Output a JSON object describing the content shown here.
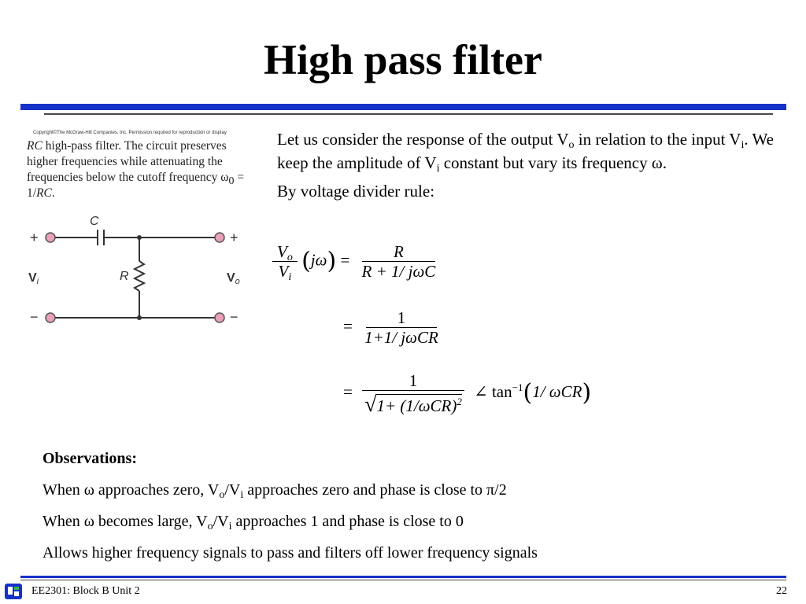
{
  "slide": {
    "title": "High pass filter",
    "figure": {
      "copyright": "Copyright©The McGraw-Hill Companies, Inc. Permission required for reproduction or display",
      "caption_rc": "RC",
      "caption_text": " high-pass filter. The circuit preserves higher frequencies while attenuating the frequencies below the cutoff frequency ω",
      "caption_sub": "0",
      "caption_tail": " = 1/",
      "caption_rc2": "RC",
      "caption_end": ".",
      "labels": {
        "capacitor": "C",
        "resistor": "R",
        "plus": "+",
        "minus": "−",
        "vi": "V",
        "vi_sub": "i",
        "vo": "V",
        "vo_sub": "o"
      }
    },
    "paragraph1": {
      "a": "Let us consider the response of the output V",
      "a_sub": "o",
      "b": " in relation to the input V",
      "b_sub": "i",
      "c": ".  We keep the amplitude of V",
      "c_sub": "i",
      "d": " constant but vary its frequency ω."
    },
    "paragraph2": "By voltage divider rule:",
    "equations": {
      "lhs_num": "V",
      "lhs_num_sub": "o",
      "lhs_den": "V",
      "lhs_den_sub": "i",
      "lhs_arg": "jω",
      "eq": "=",
      "f1_num": "R",
      "f1_den": "R + 1/ jωC",
      "f2_num": "1",
      "f2_den": "1+1/ jωCR",
      "f3_num": "1",
      "f3_den": "1+ (1/ωCR)",
      "f3_den_sup": "2",
      "angle": "∠ tan",
      "angle_sup": "−1",
      "angle_arg": "1/ ωCR"
    },
    "observations": {
      "heading": "Observations:",
      "line1_a": "When ω approaches zero, V",
      "line1_sub1": "o",
      "line1_b": "/V",
      "line1_sub2": "i",
      "line1_c": " approaches zero and phase is close to π/2",
      "line2_a": "When ω becomes large, V",
      "line2_sub1": "o",
      "line2_b": "/V",
      "line2_sub2": "i",
      "line2_c": " approaches 1 and phase is close to 0",
      "line3": "Allows higher frequency signals to pass and filters off lower frequency signals"
    },
    "footer": {
      "course": "EE2301: Block B Unit 2",
      "page": "22"
    },
    "colors": {
      "accent_bar": "#1732c8",
      "terminal_fill": "#e9a0b8"
    }
  }
}
